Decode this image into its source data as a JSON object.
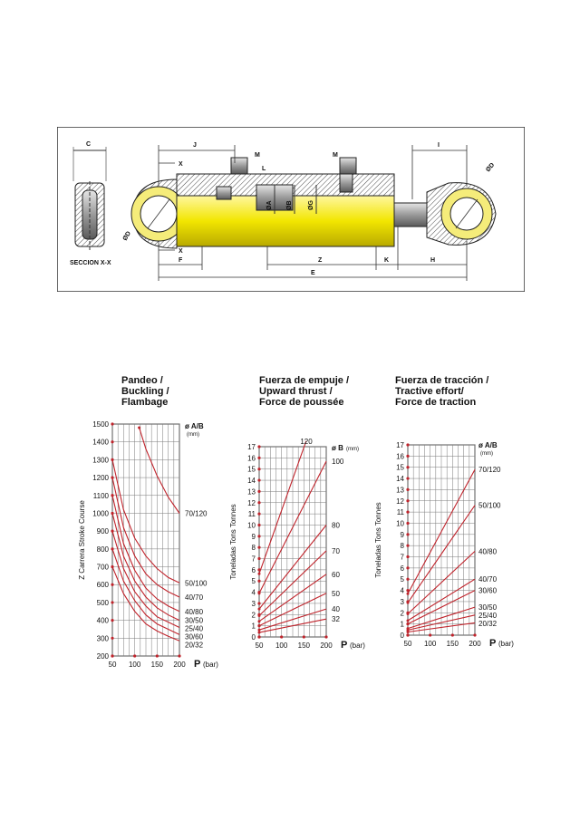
{
  "drawing": {
    "section_label": "SECCION X-X",
    "dimensions": [
      "C",
      "J",
      "I",
      "F",
      "Z",
      "K",
      "H",
      "E",
      "M",
      "M",
      "X",
      "X",
      "L",
      "ØD",
      "ØD",
      "ØA",
      "ØB",
      "ØG"
    ]
  },
  "colors": {
    "curve": "#c0232b",
    "grid": "#7a7a7a",
    "cylinder": "#f2e600",
    "steel": "#8c8c8c"
  },
  "chart_data": [
    {
      "type": "line",
      "title": [
        "Pandeo /",
        "Buckling /",
        "Flambage"
      ],
      "ylabel": [
        "Z",
        "Carrera",
        "Stroke",
        "Course"
      ],
      "xlabel": "P",
      "xunit": "(bar)",
      "xlim": [
        50,
        200
      ],
      "ylim": [
        200,
        1500
      ],
      "xticks": [
        50,
        100,
        150,
        200
      ],
      "yticks": [
        200,
        300,
        400,
        500,
        600,
        700,
        800,
        900,
        1000,
        1100,
        1200,
        1300,
        1400,
        1500
      ],
      "legend_title": "ø A/B",
      "legend_unit": "(mm)",
      "series": [
        {
          "name": "70/120",
          "x": [
            110,
            125,
            150,
            175,
            200
          ],
          "y": [
            1480,
            1360,
            1210,
            1090,
            1000
          ]
        },
        {
          "name": "50/100",
          "x": [
            50,
            75,
            100,
            125,
            150,
            175,
            200
          ],
          "y": [
            1300,
            1020,
            860,
            760,
            690,
            640,
            610
          ]
        },
        {
          "name": "40/70",
          "x": [
            50,
            75,
            100,
            125,
            150,
            175,
            200
          ],
          "y": [
            1200,
            920,
            760,
            660,
            600,
            560,
            530
          ]
        },
        {
          "name": "40/80",
          "x": [
            50,
            75,
            100,
            125,
            150,
            175,
            200
          ],
          "y": [
            1100,
            830,
            680,
            580,
            520,
            480,
            450
          ]
        },
        {
          "name": "30/50",
          "x": [
            50,
            75,
            100,
            125,
            150,
            175,
            200
          ],
          "y": [
            1000,
            760,
            620,
            530,
            470,
            430,
            400
          ]
        },
        {
          "name": "25/40",
          "x": [
            50,
            75,
            100,
            125,
            150,
            175,
            200
          ],
          "y": [
            900,
            690,
            560,
            480,
            420,
            390,
            360
          ]
        },
        {
          "name": "30/60",
          "x": [
            50,
            75,
            100,
            125,
            150,
            175,
            200
          ],
          "y": [
            800,
            620,
            510,
            430,
            380,
            350,
            320
          ]
        },
        {
          "name": "20/32",
          "x": [
            50,
            75,
            100,
            125,
            150,
            175,
            200
          ],
          "y": [
            700,
            550,
            450,
            380,
            340,
            310,
            285
          ]
        }
      ]
    },
    {
      "type": "line",
      "title": [
        "Fuerza de empuje /",
        "Upward thrust /",
        "Force de poussée"
      ],
      "ylabel": [
        "Toneladas",
        "Tons",
        "Tonnes"
      ],
      "xlabel": "P",
      "xunit": "(bar)",
      "xlim": [
        50,
        200
      ],
      "ylim": [
        0,
        17
      ],
      "xticks": [
        50,
        100,
        150,
        200
      ],
      "yticks": [
        0,
        1,
        2,
        3,
        4,
        5,
        6,
        7,
        8,
        9,
        10,
        11,
        12,
        13,
        14,
        15,
        16,
        17
      ],
      "legend_title": "ø B",
      "legend_unit": "(mm)",
      "series": [
        {
          "name": "120",
          "x": [
            50,
            155
          ],
          "y": [
            5.65,
            17.5
          ]
        },
        {
          "name": "100",
          "x": [
            50,
            200
          ],
          "y": [
            3.9,
            15.7
          ]
        },
        {
          "name": "80",
          "x": [
            50,
            200
          ],
          "y": [
            2.5,
            10.0
          ]
        },
        {
          "name": "70",
          "x": [
            50,
            200
          ],
          "y": [
            1.9,
            7.7
          ]
        },
        {
          "name": "60",
          "x": [
            50,
            200
          ],
          "y": [
            1.4,
            5.6
          ]
        },
        {
          "name": "50",
          "x": [
            50,
            200
          ],
          "y": [
            1.0,
            3.9
          ]
        },
        {
          "name": "40",
          "x": [
            50,
            200
          ],
          "y": [
            0.63,
            2.5
          ]
        },
        {
          "name": "32",
          "x": [
            50,
            200
          ],
          "y": [
            0.4,
            1.6
          ]
        }
      ]
    },
    {
      "type": "line",
      "title": [
        "Fuerza de tracción /",
        "Tractive effort/",
        "Force de traction"
      ],
      "ylabel": [
        "Toneladas",
        "Tons",
        "Tonnes"
      ],
      "xlabel": "P",
      "xunit": "(bar)",
      "xlim": [
        50,
        200
      ],
      "ylim": [
        0,
        17
      ],
      "xticks": [
        50,
        100,
        150,
        200
      ],
      "yticks": [
        0,
        1,
        2,
        3,
        4,
        5,
        6,
        7,
        8,
        9,
        10,
        11,
        12,
        13,
        14,
        15,
        16,
        17
      ],
      "legend_title": "ø A/B",
      "legend_unit": "(mm)",
      "series": [
        {
          "name": "70/120",
          "x": [
            50,
            200
          ],
          "y": [
            3.7,
            14.8
          ]
        },
        {
          "name": "50/100",
          "x": [
            50,
            200
          ],
          "y": [
            2.9,
            11.6
          ]
        },
        {
          "name": "40/80",
          "x": [
            50,
            200
          ],
          "y": [
            1.9,
            7.5
          ]
        },
        {
          "name": "40/70",
          "x": [
            50,
            200
          ],
          "y": [
            1.3,
            5.0
          ]
        },
        {
          "name": "30/60",
          "x": [
            50,
            200
          ],
          "y": [
            1.0,
            4.0
          ]
        },
        {
          "name": "30/50",
          "x": [
            50,
            200
          ],
          "y": [
            0.6,
            2.5
          ]
        },
        {
          "name": "25/40",
          "x": [
            50,
            200
          ],
          "y": [
            0.45,
            1.8
          ]
        },
        {
          "name": "20/32",
          "x": [
            50,
            200
          ],
          "y": [
            0.28,
            1.1
          ]
        }
      ]
    }
  ]
}
